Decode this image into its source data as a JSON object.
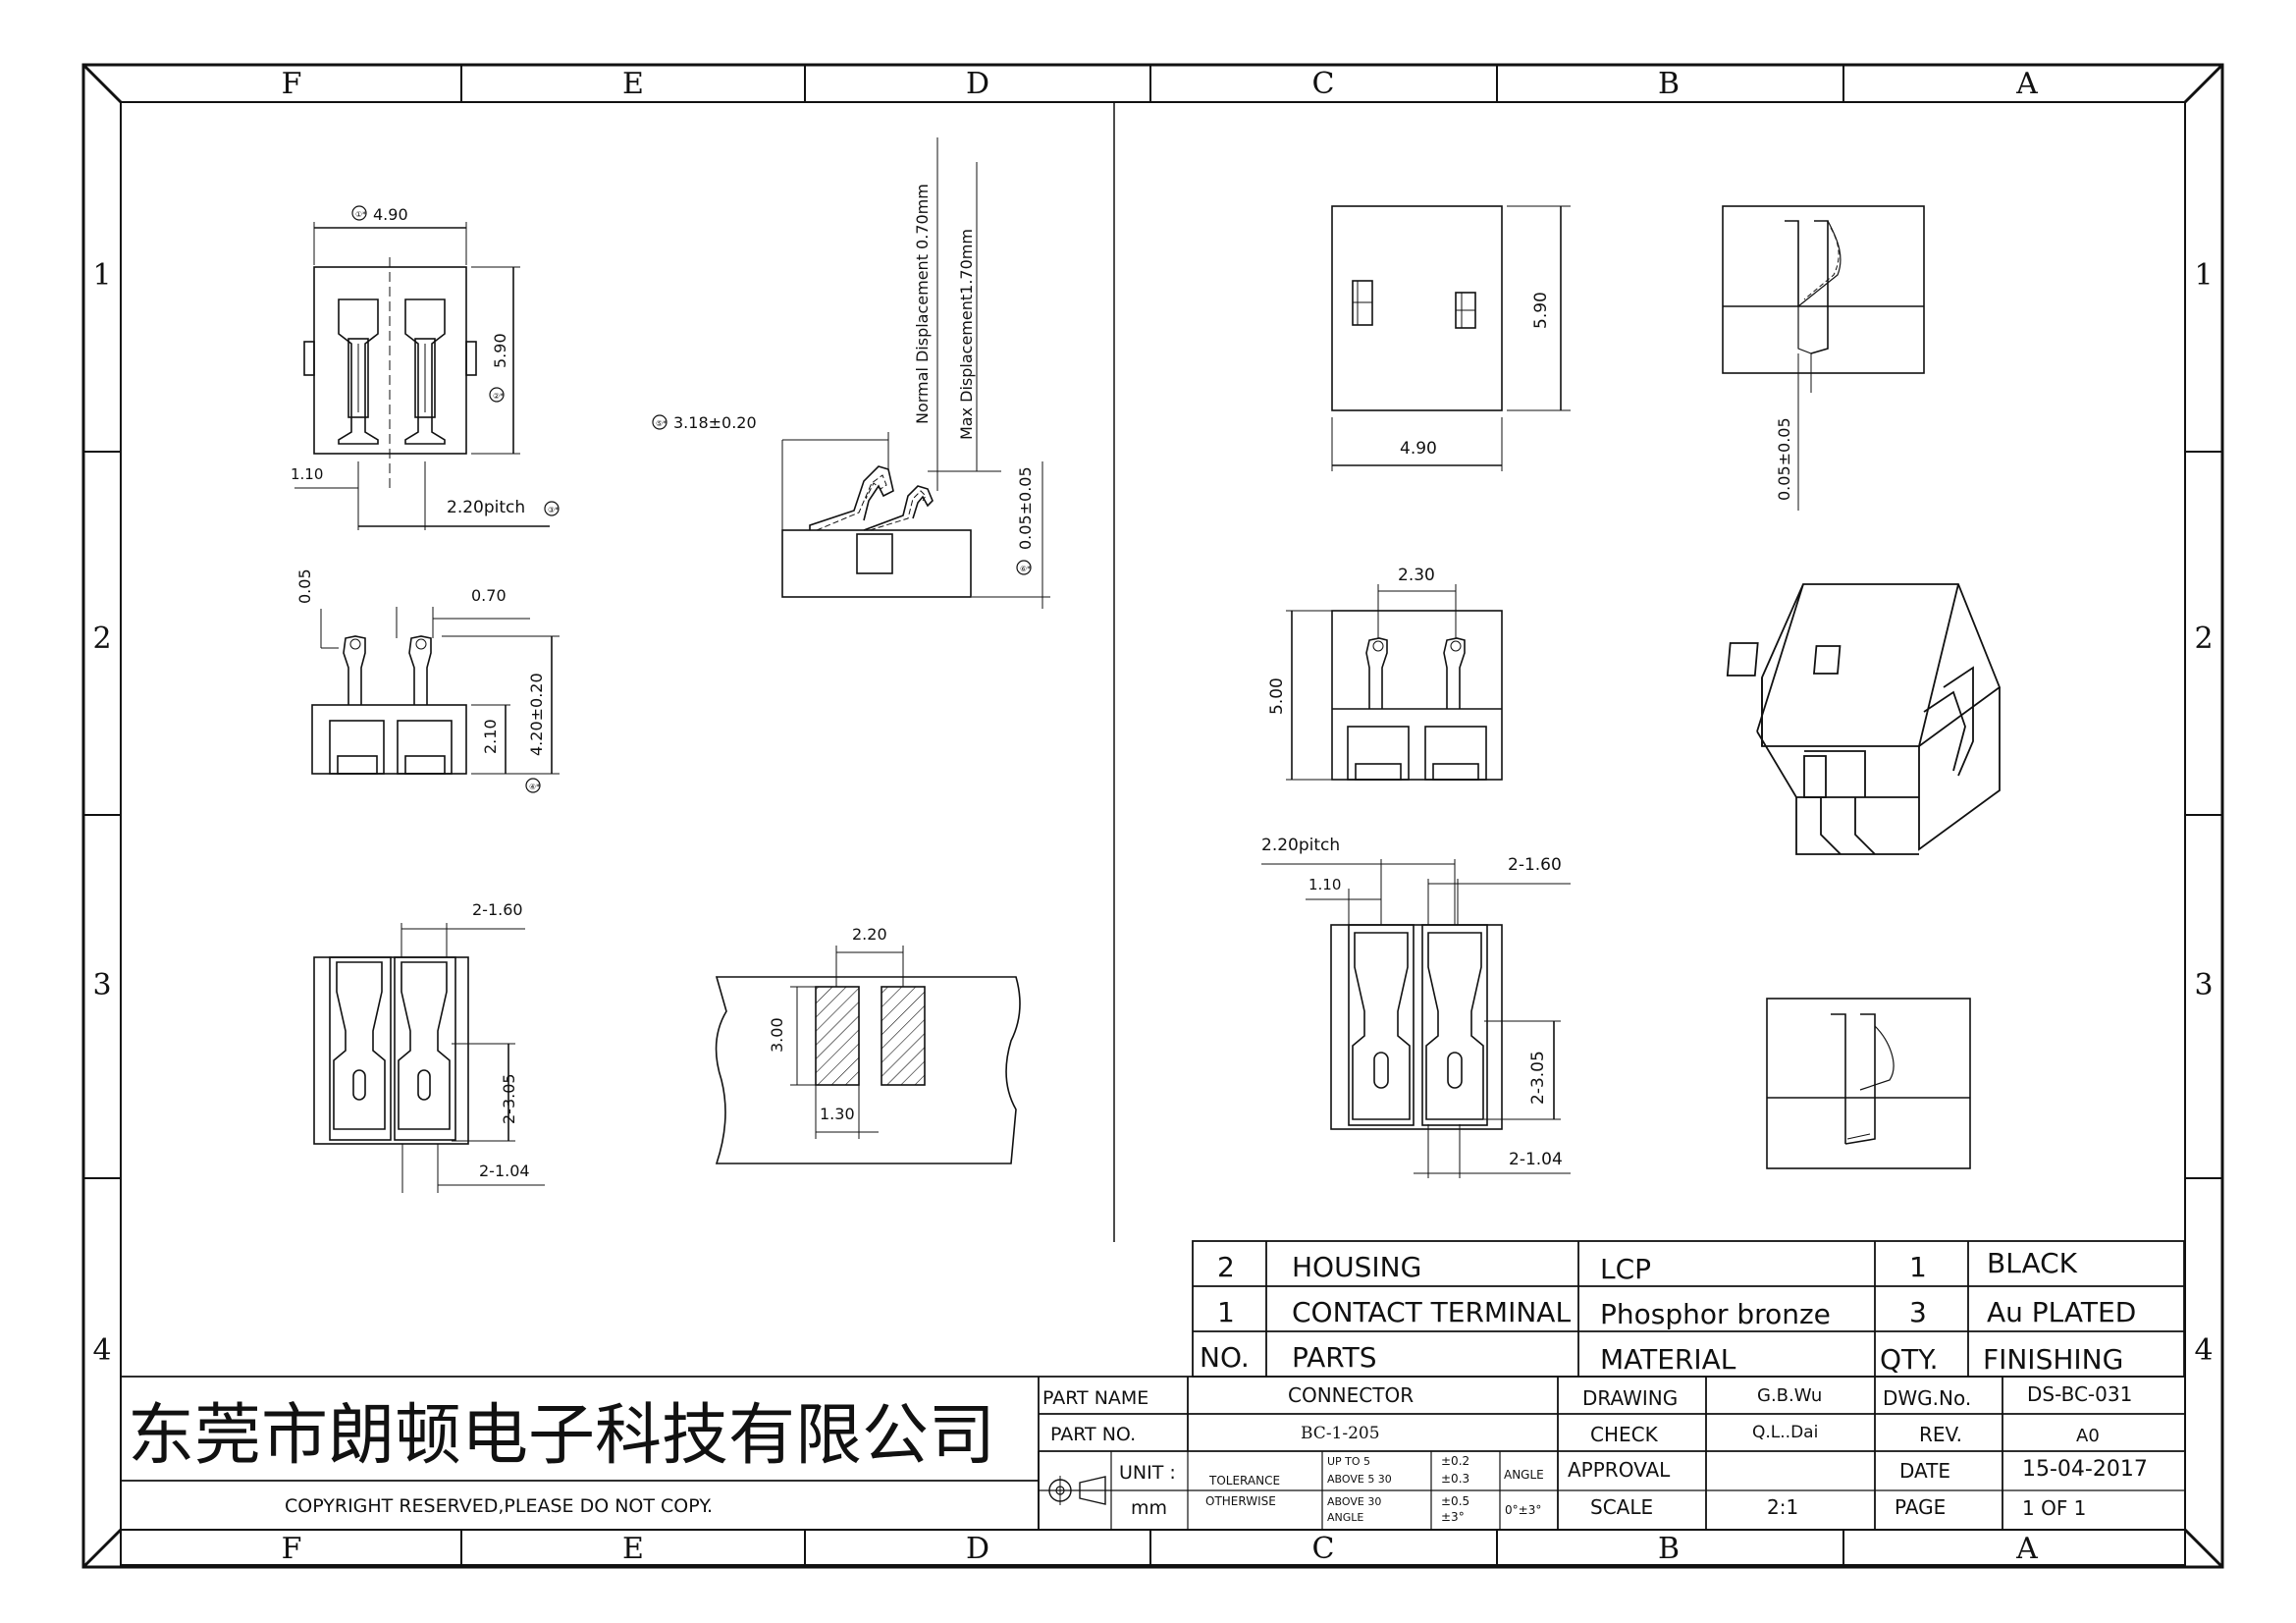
{
  "zones": {
    "columns": [
      "F",
      "E",
      "D",
      "C",
      "B",
      "A"
    ],
    "rows": [
      "1",
      "2",
      "3",
      "4"
    ]
  },
  "left_views": {
    "top_width": "4.90",
    "top_height": "5.90",
    "pitch": "2.20pitch",
    "offset": "1.10",
    "side_offset": "0.05",
    "side_pin": "0.70",
    "side_height": "4.20±0.20",
    "side_body": "2.10",
    "bottom_pin_width": "2-1.60",
    "bottom_length": "2-3.05",
    "bottom_pin_tip": "2-1.04",
    "badges": [
      "①*",
      "②*",
      "③*",
      "④*",
      "⑤*",
      "⑥*"
    ]
  },
  "displacement": {
    "free_height": "3.18±0.20",
    "normal_label": "Normal Displacement 0.70mm",
    "max_label": "Max Displacement1.70mm",
    "tolerance": "0.05±0.05"
  },
  "pcb_layout": {
    "pad_pitch": "2.20",
    "pad_height": "3.00",
    "pad_width": "1.30"
  },
  "right_views": {
    "top_height": "5.90",
    "top_width": "4.90",
    "section_tolerance": "0.05±0.05",
    "front_pitch": "2.30",
    "front_height": "5.00",
    "bottom_pitch": "2.20pitch",
    "bottom_offset": "1.10",
    "bottom_pin_width": "2-1.60",
    "bottom_length": "2-3.05",
    "bottom_pin_tip": "2-1.04"
  },
  "bom": {
    "rows": [
      {
        "no": "2",
        "part": "HOUSING",
        "material": "LCP",
        "qty": "1",
        "finishing": "BLACK"
      },
      {
        "no": "1",
        "part": "CONTACT TERMINAL",
        "material": "Phosphor bronze",
        "qty": "3",
        "finishing": "Au PLATED"
      }
    ],
    "header": {
      "no": "NO.",
      "part": "PARTS",
      "material": "MATERIAL",
      "qty": "QTY.",
      "finishing": "FINISHING"
    }
  },
  "title_block": {
    "company": "东莞市朗顿电子科技有限公司",
    "copyright": "COPYRIGHT RESERVED,PLEASE DO NOT COPY.",
    "part_name_label": "PART NAME",
    "part_name": "CONNECTOR",
    "part_no_label": "PART NO.",
    "part_no": "BC-1-205",
    "unit_label": "UNIT :",
    "unit": "mm",
    "tolerance_label": "TOLERANCE",
    "otherwise_label": "OTHERWISE",
    "tol_rows": [
      {
        "range": "UP TO 5",
        "value": "±0.2"
      },
      {
        "range": "ABOVE 5  30",
        "value": "±0.3"
      },
      {
        "range": "ABOVE 30",
        "value": "±0.5"
      },
      {
        "range": "ANGLE",
        "value": "±3°"
      }
    ],
    "angle_label": "ANGLE",
    "angle_value": "0°±3°",
    "drawing_label": "DRAWING",
    "drawing": "G.B.Wu",
    "check_label": "CHECK",
    "check": "Q.L..Dai",
    "approval_label": "APPROVAL",
    "approval": "",
    "scale_label": "SCALE",
    "scale": "2:1",
    "dwg_label": "DWG.No.",
    "dwg": "DS-BC-031",
    "rev_label": "REV.",
    "rev": "A0",
    "date_label": "DATE",
    "date": "15-04-2017",
    "page_label": "PAGE",
    "page": "1 OF 1"
  }
}
